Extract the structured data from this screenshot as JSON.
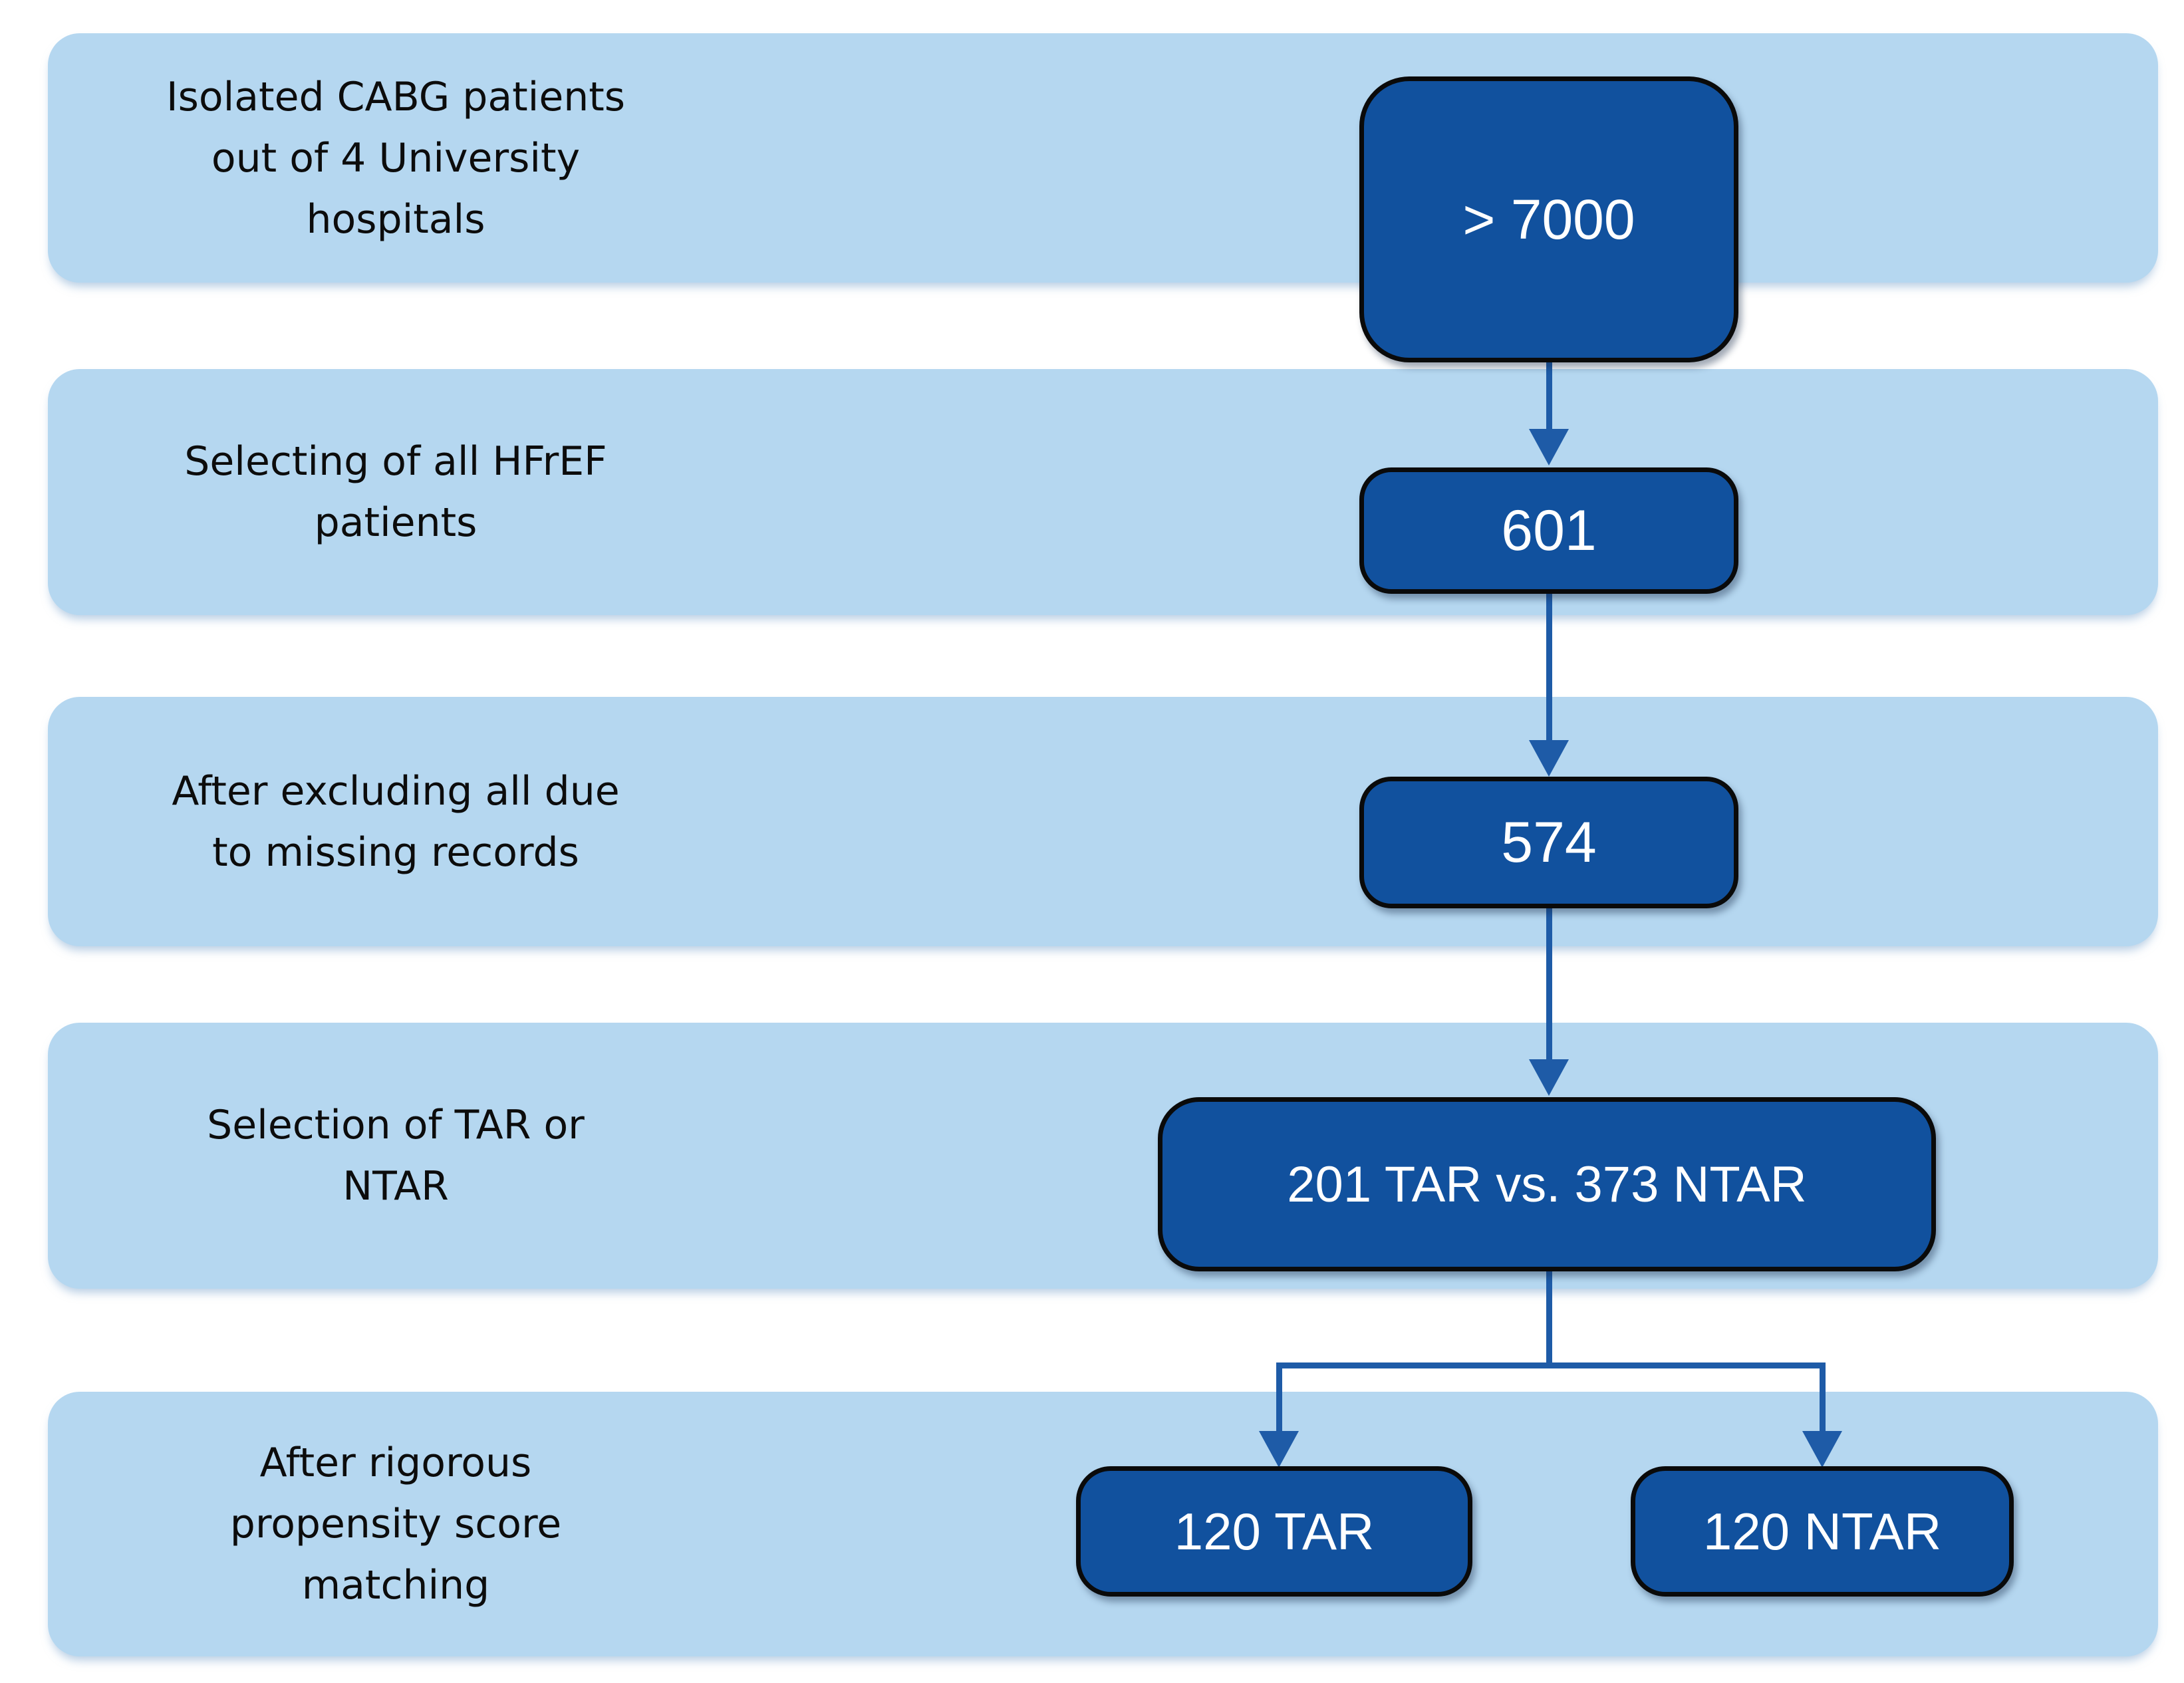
{
  "colors": {
    "paper": "#ffffff",
    "band": "#b5d7f0",
    "node": "#11519e",
    "node-border": "#0a0a0a",
    "arrow": "#1e5ba7",
    "ink": "#0c0c0c",
    "node-text": "#ffffff"
  },
  "stages": [
    {
      "label_lines": [
        "Isolated CABG patients",
        "out of 4 University",
        "hospitals"
      ],
      "node_label": "> 7000"
    },
    {
      "label_lines": [
        "Selecting of all HFrEF",
        "patients"
      ],
      "node_label": "601"
    },
    {
      "label_lines": [
        "After excluding all due",
        "to missing records"
      ],
      "node_label": "574"
    },
    {
      "label_lines": [
        "Selection of TAR or",
        "NTAR"
      ],
      "node_label": "201 TAR vs. 373 NTAR"
    },
    {
      "label_lines": [
        "After rigorous",
        "propensity score",
        "matching"
      ],
      "node_label_left": "120 TAR",
      "node_label_right": "120 NTAR"
    }
  ],
  "edges": [
    {
      "from": "> 7000",
      "to": "601"
    },
    {
      "from": "601",
      "to": "574"
    },
    {
      "from": "574",
      "to": "201 TAR vs. 373 NTAR"
    },
    {
      "from": "201 TAR vs. 373 NTAR",
      "to": "120 TAR"
    },
    {
      "from": "201 TAR vs. 373 NTAR",
      "to": "120 NTAR"
    }
  ]
}
